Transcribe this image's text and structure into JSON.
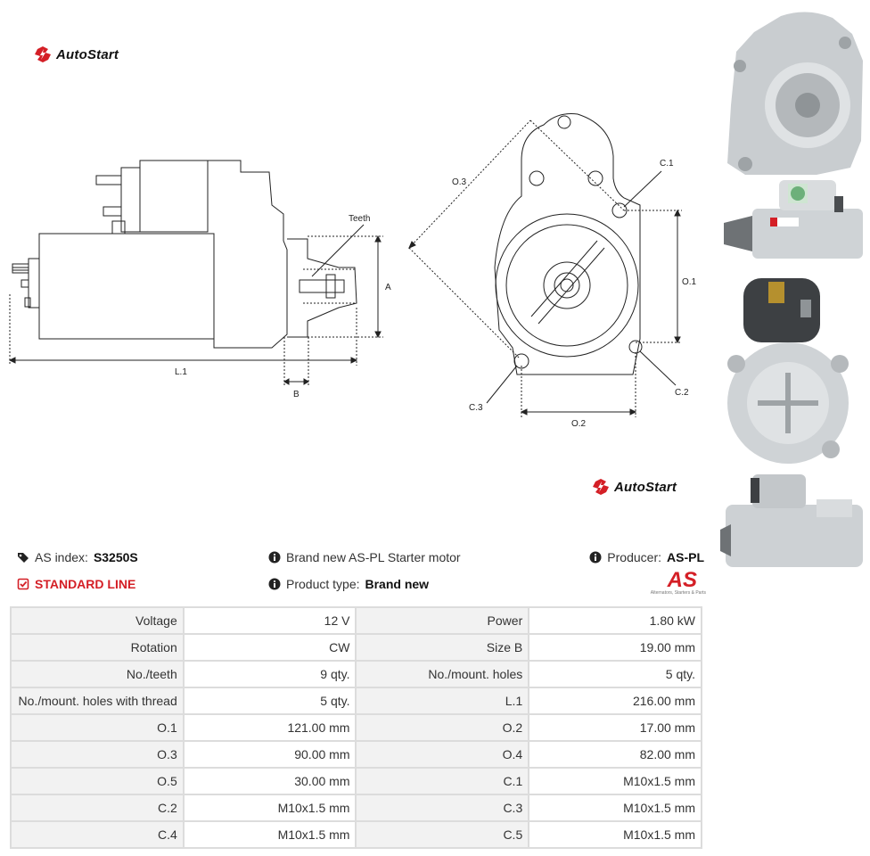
{
  "brand": {
    "name": "AutoStart"
  },
  "drawing_labels": {
    "teeth": "Teeth",
    "a": "A",
    "l1": "L.1",
    "b": "B",
    "o3": "O.3",
    "c1": "C.1",
    "o1": "O.1",
    "c2": "C.2",
    "c3": "C.3",
    "o2": "O.2"
  },
  "product": {
    "index_label": "AS index:",
    "index_value": "S3250S",
    "line_label": "STANDARD LINE",
    "brand_new_text": "Brand new AS-PL Starter motor",
    "type_label": "Product type:",
    "type_value": "Brand new",
    "producer_label": "Producer:",
    "producer_value": "AS-PL",
    "producer_logo_text": "AS",
    "producer_tagline": "Alternators, Starters & Parts"
  },
  "specs": [
    [
      "Voltage",
      "12 V",
      "Power",
      "1.80 kW"
    ],
    [
      "Rotation",
      "CW",
      "Size B",
      "19.00 mm"
    ],
    [
      "No./teeth",
      "9 qty.",
      "No./mount. holes",
      "5 qty."
    ],
    [
      "No./mount. holes with thread",
      "5 qty.",
      "L.1",
      "216.00 mm"
    ],
    [
      "O.1",
      "121.00 mm",
      "O.2",
      "17.00 mm"
    ],
    [
      "O.3",
      "90.00 mm",
      "O.4",
      "82.00 mm"
    ],
    [
      "O.5",
      "30.00 mm",
      "C.1",
      "M10x1.5 mm"
    ],
    [
      "C.2",
      "M10x1.5 mm",
      "C.3",
      "M10x1.5 mm"
    ],
    [
      "C.4",
      "M10x1.5 mm",
      "C.5",
      "M10x1.5 mm"
    ]
  ],
  "colors": {
    "accent": "#d41f26",
    "table_border": "#dcdcdc",
    "label_bg": "#f2f2f2"
  }
}
